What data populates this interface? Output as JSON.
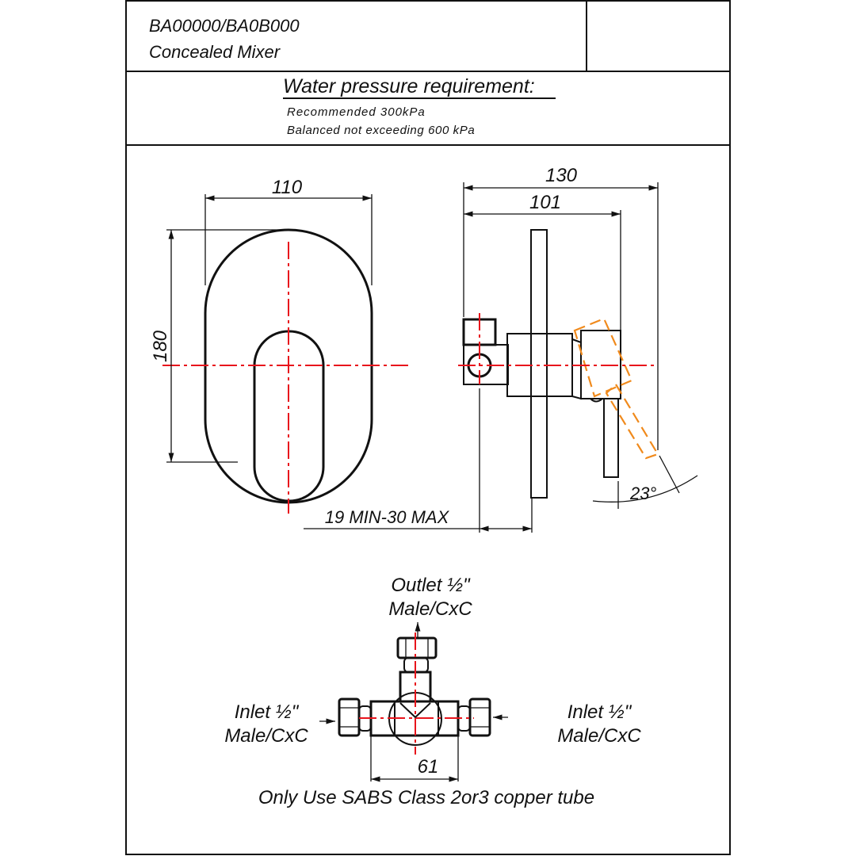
{
  "header": {
    "model": "BA00000/BA0B000",
    "product": "Concealed Mixer"
  },
  "pressure": {
    "title": "Water pressure requirement:",
    "recommended": "Recommended 300kPa",
    "maximum": "Balanced not exceeding 600 kPa"
  },
  "dimensions": {
    "front_width": "110",
    "front_height": "180",
    "side_total": "130",
    "side_depth": "101",
    "wall_range": "19 MIN-30 MAX",
    "lever_angle": "23°",
    "body_width": "61"
  },
  "connections": {
    "outlet": {
      "label": "Outlet",
      "size": "½\"",
      "type": "Male/CxC"
    },
    "inlet_left": {
      "label": "Inlet",
      "size": "½\"",
      "type": "Male/CxC"
    },
    "inlet_right": {
      "label": "Inlet",
      "size": "½\"",
      "type": "Male/CxC"
    }
  },
  "note": "Only Use SABS Class 2or3 copper tube",
  "colors": {
    "centerline": "#e8141c",
    "lever_alt": "#f08a1c",
    "line": "#111111"
  }
}
